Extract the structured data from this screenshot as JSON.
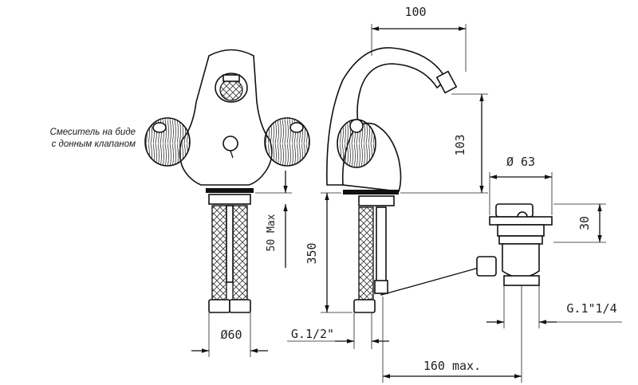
{
  "caption": {
    "line1": "Смеситель на биде",
    "line2": "с донным клапаном"
  },
  "dimensions": {
    "width_top": "100",
    "height_spout": "103",
    "diameter_drain": "Ø 63",
    "height_drain": "30",
    "max_flex": "50 Max",
    "flex_length": "350",
    "diameter_base": "Ø60",
    "thread_left": "G.1/2\"",
    "thread_right": "G.1\"1/4",
    "max_rod": "160 max."
  }
}
